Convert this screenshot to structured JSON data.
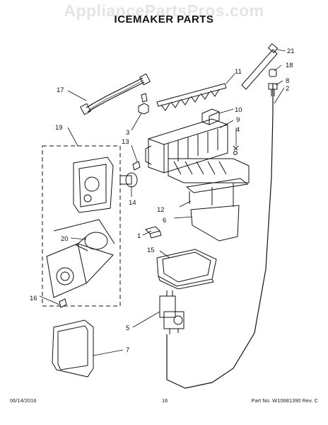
{
  "watermark": "AppliancePartsPros.com",
  "title": "ICEMAKER PARTS",
  "callouts": {
    "c1": "1",
    "c2": "2",
    "c3": "3",
    "c4": "4",
    "c5": "5",
    "c6": "6",
    "c7": "7",
    "c8": "8",
    "c9": "9",
    "c10": "10",
    "c11": "11",
    "c12": "12",
    "c13": "13",
    "c14": "14",
    "c15": "15",
    "c16": "16",
    "c17": "17",
    "c18": "18",
    "c19": "19",
    "c20": "20",
    "c21": "21"
  },
  "footer": {
    "date": "06/14/2016",
    "page": "16",
    "part_number": "Part No. W10681390 Rev. C"
  }
}
